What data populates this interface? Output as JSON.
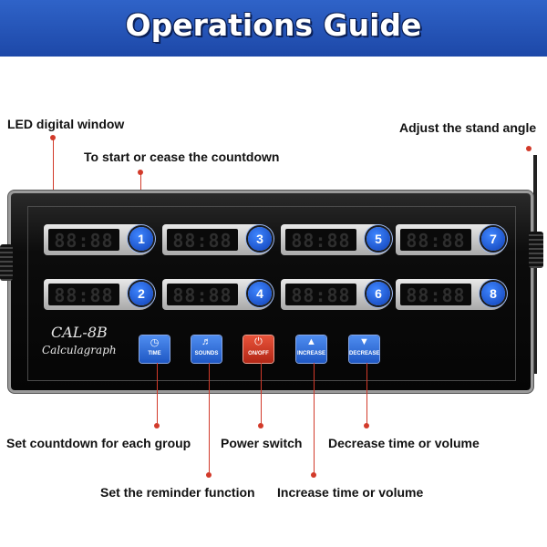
{
  "title": "Operations Guide",
  "labels": {
    "led_window": "LED digital window",
    "start_cease": "To start or cease the countdown",
    "stand_angle": "Adjust the stand angle",
    "set_countdown": "Set countdown for each group",
    "power_switch": "Power switch",
    "decrease": "Decrease time or volume",
    "reminder": "Set the reminder function",
    "increase": "Increase time or volume"
  },
  "device": {
    "model": "CAL-8B",
    "subtitle": "Calculagraph",
    "timers": [
      {
        "num": "1",
        "display": "88:88"
      },
      {
        "num": "3",
        "display": "88:88"
      },
      {
        "num": "5",
        "display": "88:88"
      },
      {
        "num": "7",
        "display": "88:88"
      },
      {
        "num": "2",
        "display": "88:88"
      },
      {
        "num": "4",
        "display": "88:88"
      },
      {
        "num": "6",
        "display": "88:88"
      },
      {
        "num": "8",
        "display": "88:88"
      }
    ],
    "buttons": [
      {
        "label": "TIME",
        "icon": "clock-icon",
        "color": "#2f6fd8"
      },
      {
        "label": "SOUNDS",
        "icon": "speaker-icon",
        "color": "#2f6fd8"
      },
      {
        "label": "ON/OFF",
        "icon": "power-icon",
        "color": "#d8402a"
      },
      {
        "label": "INCREASE",
        "icon": "arrow-up-icon",
        "color": "#2f6fd8"
      },
      {
        "label": "DECREASE",
        "icon": "arrow-down-icon",
        "color": "#2f6fd8"
      }
    ]
  }
}
